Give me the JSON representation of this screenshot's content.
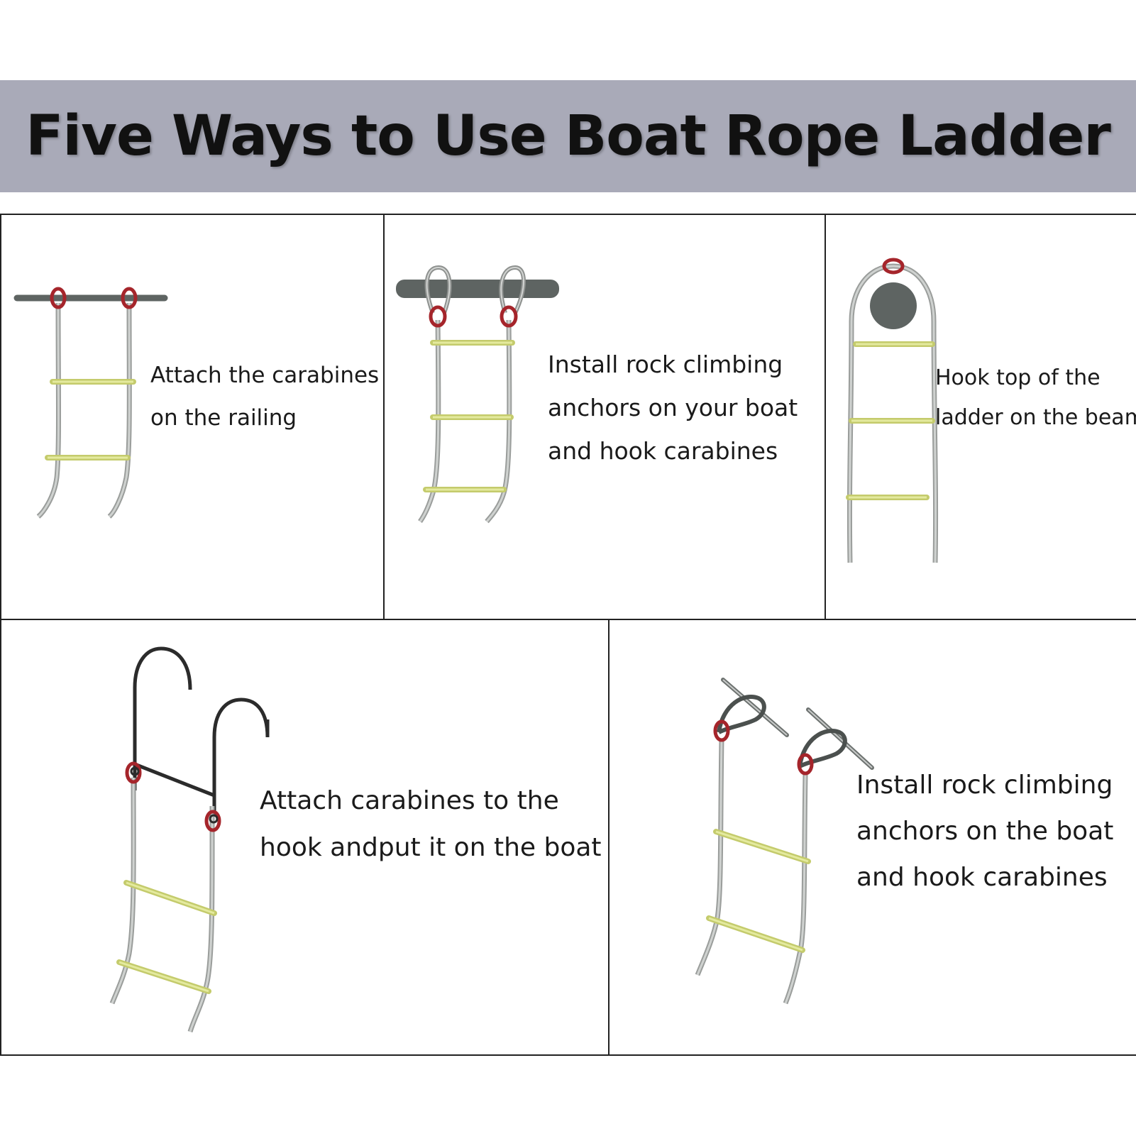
{
  "title": "Five Ways to Use Boat Rope Ladder",
  "colors": {
    "banner": "#a9aab8",
    "rope": "#b5b8b6",
    "rung": "#dbe28c",
    "carabiner": "#a5252b",
    "bar": "#5e6462",
    "hook": "#2b2b2b"
  },
  "panels": [
    {
      "lines": [
        "Attach the carabines",
        "on the railing"
      ]
    },
    {
      "lines": [
        "Install rock climbing",
        "anchors on your boat",
        "and hook  carabines"
      ]
    },
    {
      "lines": [
        "Hook top of the",
        "ladder on the beam"
      ]
    },
    {
      "lines": [
        "Attach carabines to the",
        "hook andput it on the boat"
      ]
    },
    {
      "lines": [
        "Install rock climbing",
        "anchors on the boat",
        "and hook carabines"
      ]
    }
  ]
}
